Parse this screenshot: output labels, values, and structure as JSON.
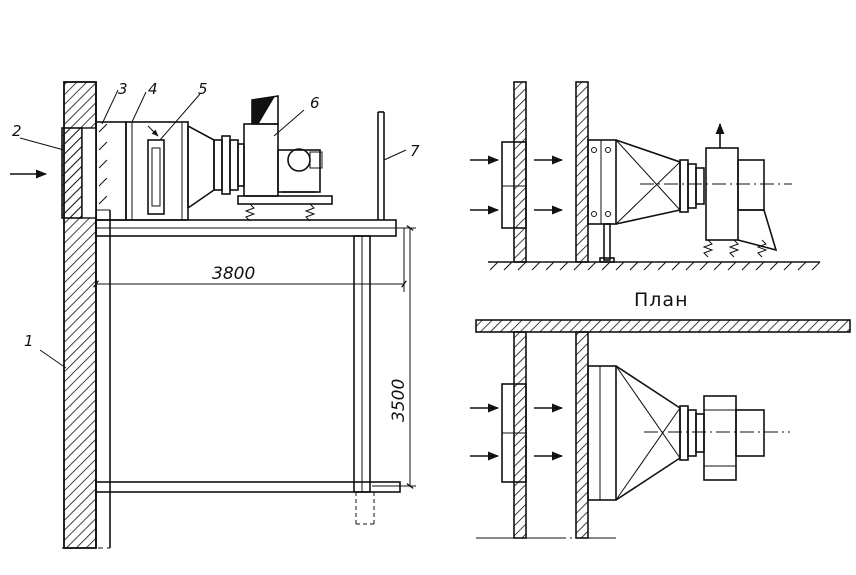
{
  "labels": {
    "l1": "1",
    "l2": "2",
    "l3": "3",
    "l4": "4",
    "l5": "5",
    "l6": "6",
    "l7": "7"
  },
  "dimensions": {
    "width": "3800",
    "height": "3500"
  },
  "plan_label": "План",
  "colors": {
    "ink": "#111111",
    "paper": "#ffffff"
  }
}
